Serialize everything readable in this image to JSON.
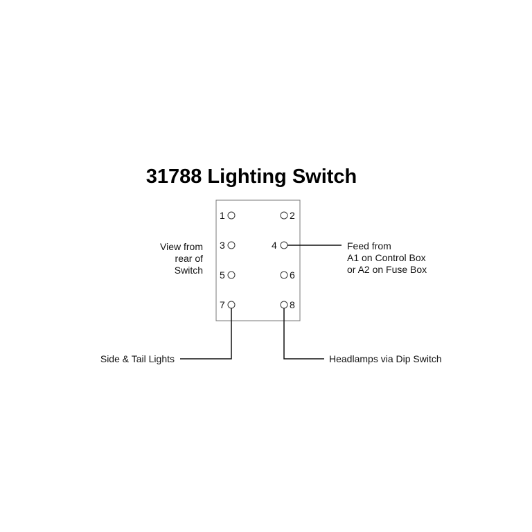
{
  "title": "31788 Lighting Switch",
  "view_label": [
    "View from",
    "rear of",
    "Switch"
  ],
  "terminals": [
    "1",
    "2",
    "3",
    "4",
    "5",
    "6",
    "7",
    "8"
  ],
  "feed_label": [
    "Feed from",
    "A1 on Control Box",
    "or A2 on Fuse Box"
  ],
  "side_tail_label": "Side & Tail Lights",
  "headlamps_label": "Headlamps via Dip Switch"
}
